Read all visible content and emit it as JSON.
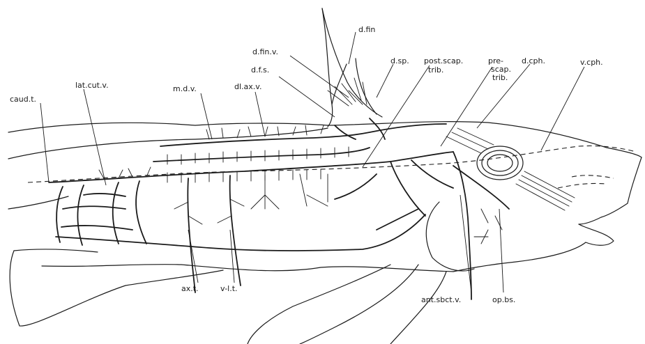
{
  "figure": {
    "labels": {
      "d_fin": "d.fin",
      "d_fin_v": "d.fin.v.",
      "d_f_s": "d.f.s.",
      "d_sp": "d.sp.",
      "post_scap_1": "post.scap.",
      "post_scap_2": "trib.",
      "pre_scap_1": "pre-",
      "pre_scap_2": "scap.",
      "pre_scap_3": "trib.",
      "d_cph": "d.cph.",
      "v_cph": "v.cph.",
      "caud_t": "caud.t.",
      "lat_cut_v": "lat.cut.v.",
      "m_d_v": "m.d.v.",
      "dl_ax_v": "dl.ax.v.",
      "ax_t": "ax.t.",
      "v_l_t": "v-l.t.",
      "ant_sbct_v": "ant.sbct.v.",
      "op_bs": "op.bs."
    }
  }
}
